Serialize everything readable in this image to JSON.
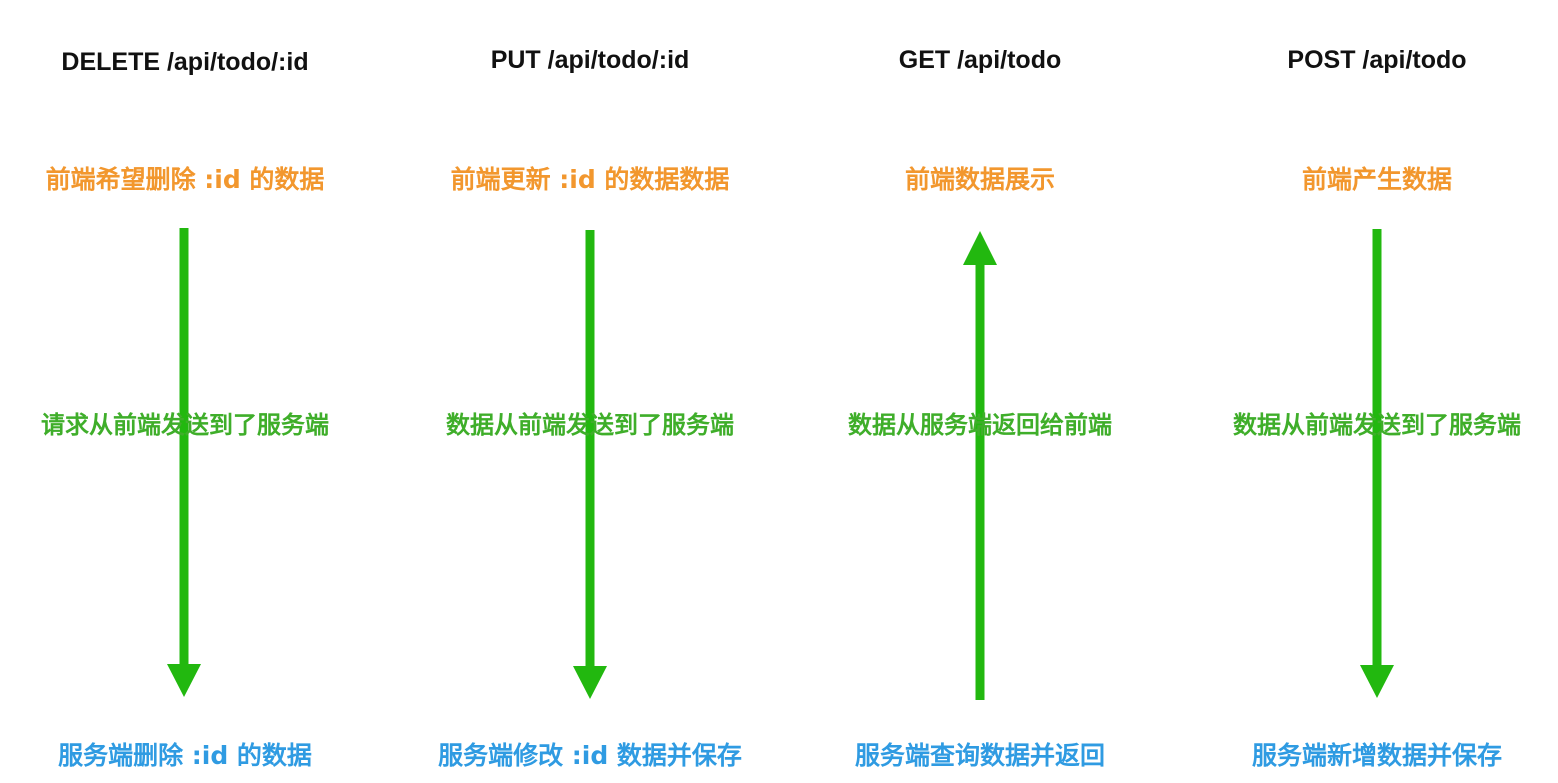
{
  "colors": {
    "arrow": "#22b80f",
    "frontend_text": "#f2972e",
    "transfer_text": "#3fae2a",
    "server_text": "#2f9be2",
    "title_text": "#111111"
  },
  "columns": [
    {
      "method": "DELETE /api/todo/:id",
      "frontend": "前端希望删除 :id 的数据",
      "transfer": "请求从前端发送到了服务端",
      "server": "服务端删除 :id 的数据",
      "arrow_direction": "down"
    },
    {
      "method": "PUT /api/todo/:id",
      "frontend": "前端更新 :id 的数据数据",
      "transfer": "数据从前端发送到了服务端",
      "server": "服务端修改 :id 数据并保存",
      "arrow_direction": "down"
    },
    {
      "method": "GET /api/todo",
      "frontend": "前端数据展示",
      "transfer": "数据从服务端返回给前端",
      "server": "服务端查询数据并返回",
      "arrow_direction": "up"
    },
    {
      "method": "POST /api/todo",
      "frontend": "前端产生数据",
      "transfer": "数据从前端发送到了服务端",
      "server": "服务端新增数据并保存",
      "arrow_direction": "down"
    }
  ]
}
